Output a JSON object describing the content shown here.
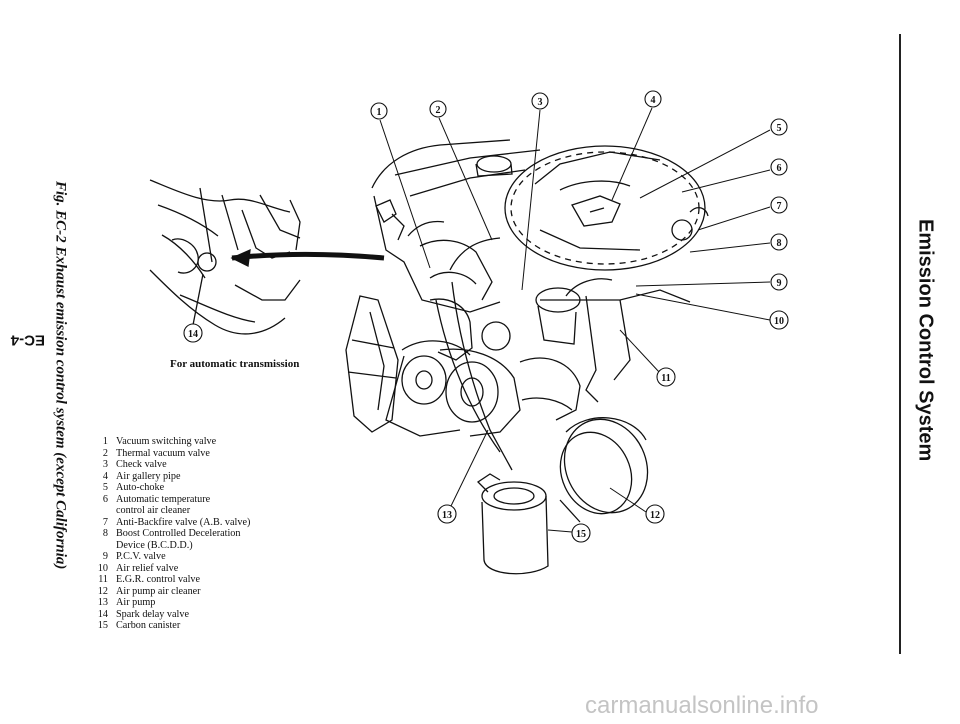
{
  "page": {
    "page_number": "EC-4",
    "section_title": "Emission Control System",
    "figure_caption": "Fig. EC-2 Exhaust emission control system (except California)"
  },
  "inset": {
    "caption": "For automatic transmission",
    "callout": "14"
  },
  "legend": [
    {
      "num": "1",
      "label": "Vacuum switching valve"
    },
    {
      "num": "2",
      "label": "Thermal vacuum valve"
    },
    {
      "num": "3",
      "label": "Check valve"
    },
    {
      "num": "4",
      "label": "Air gallery pipe"
    },
    {
      "num": "5",
      "label": "Auto-choke"
    },
    {
      "num": "6",
      "label": "Automatic temperature\ncontrol air cleaner"
    },
    {
      "num": "7",
      "label": "Anti-Backfire valve (A.B. valve)"
    },
    {
      "num": "8",
      "label": "Boost Controlled Deceleration\nDevice (B.C.D.D.)"
    },
    {
      "num": "9",
      "label": "P.C.V. valve"
    },
    {
      "num": "10",
      "label": "Air relief valve"
    },
    {
      "num": "11",
      "label": "E.G.R. control valve"
    },
    {
      "num": "12",
      "label": "Air pump air cleaner"
    },
    {
      "num": "13",
      "label": "Air pump"
    },
    {
      "num": "14",
      "label": "Spark delay valve"
    },
    {
      "num": "15",
      "label": "Carbon canister"
    }
  ],
  "callouts": [
    "1",
    "2",
    "3",
    "4",
    "5",
    "6",
    "7",
    "8",
    "9",
    "10",
    "11",
    "12",
    "13",
    "15"
  ],
  "watermark": "carmanualsonline.info"
}
